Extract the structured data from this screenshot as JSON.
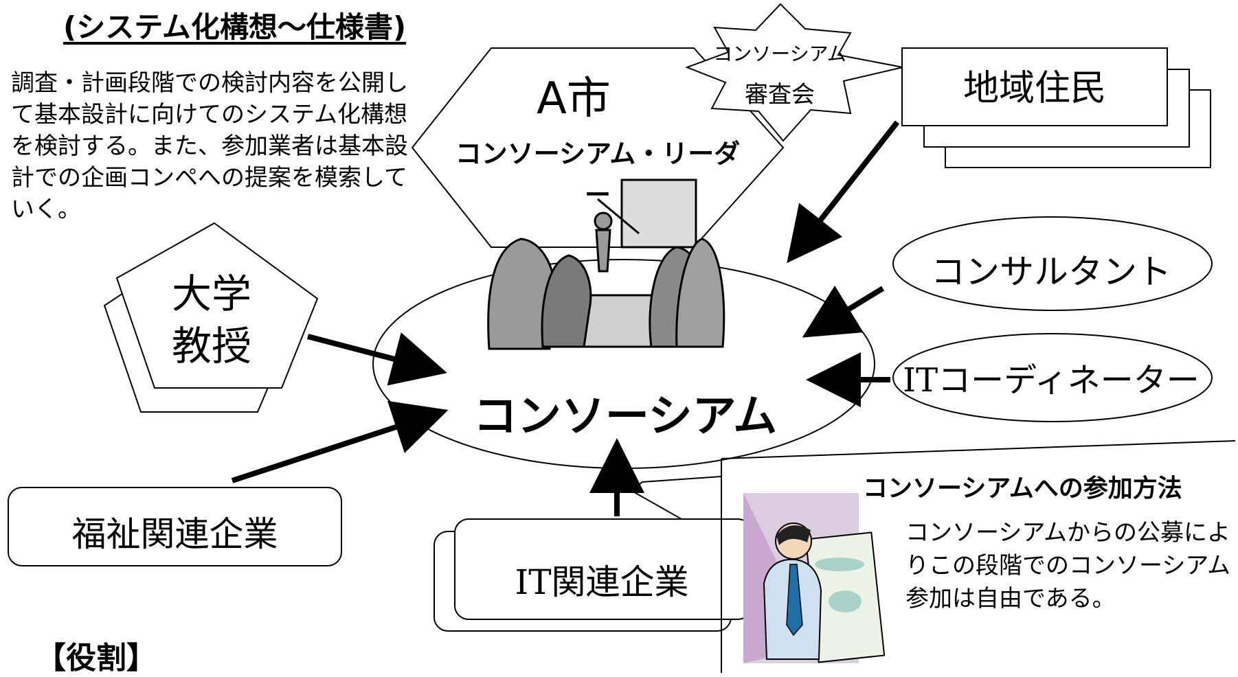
{
  "diagram": {
    "title": "(システム化構想～仕様書)",
    "intro_text": "調査・計画段階での検討内容を公開して基本設計に向けてのシステム化構想を検討する。また、参加業者は基本設計での企画コンペへの提案を模索していく。",
    "city": {
      "name": "A市",
      "role": "コンソーシアム・リーダー"
    },
    "review_board": {
      "line1": "コンソーシアム",
      "line2": "審査会"
    },
    "residents": "地域住民",
    "university_professor": "大学教授",
    "consultant": "コンサルタント",
    "it_coordinator": {
      "prefix": "IT",
      "rest": "コーディネーター"
    },
    "consortium": "コンソーシアム",
    "welfare_companies": "福祉関連企業",
    "it_companies": {
      "prefix": "IT",
      "rest": "関連企業"
    },
    "participation": {
      "title": "コンソーシアムへの参加方法",
      "body": "コンソーシアムからの公募によりこの段階でのコンソーシアム参加は自由である。"
    },
    "roles_heading": "【役割】",
    "icons": [
      "meeting-clipart-icon",
      "presenter-clipart-icon"
    ]
  }
}
